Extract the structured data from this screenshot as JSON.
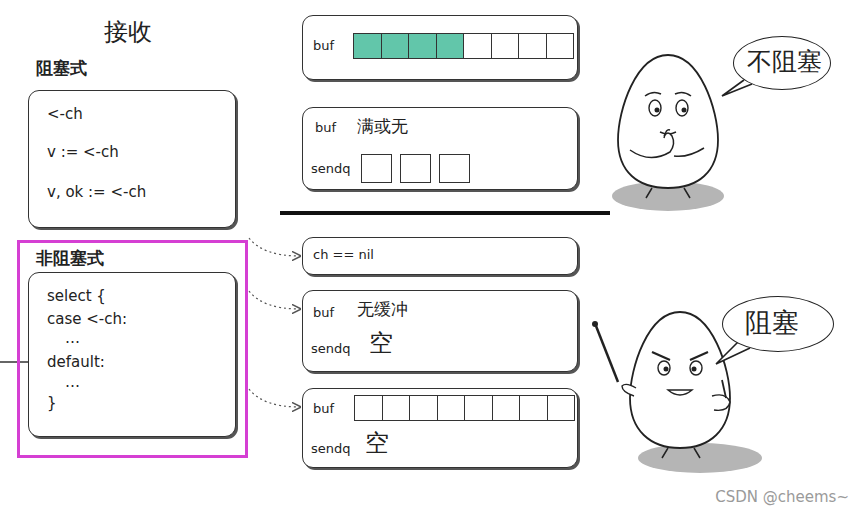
{
  "diagram": {
    "title": "接收",
    "nodes": [
      {
        "text": [
          "阻塞式",
          "<-ch",
          "v := <-ch",
          "v, ok := <-ch"
        ]
      },
      {
        "text": [
          "非阻塞式"
        ]
      },
      {
        "text": [
          "select {",
          "case <-ch:",
          "…",
          "default:",
          "…",
          "}"
        ],
        "in": 1
      },
      {
        "text": [
          "buf"
        ]
      },
      {
        "text": [
          "buf",
          "满或无",
          "sendq"
        ]
      },
      {
        "text": [
          "ch == nil"
        ]
      },
      {
        "text": [
          "buf",
          "无缓冲",
          "sendq",
          "空"
        ]
      },
      {
        "text": [
          "buf",
          "sendq",
          "空"
        ]
      },
      {
        "text": [
          "不阻塞"
        ]
      },
      {
        "text": [
          "阻塞"
        ]
      }
    ],
    "edges": [
      {
        "from": 1,
        "to": 5,
        "arrow": "to"
      },
      {
        "from": 1,
        "to": 6,
        "arrow": "to"
      },
      {
        "from": 1,
        "to": 7,
        "arrow": "to"
      }
    ],
    "labels": [
      "CSDN @cheems~"
    ]
  }
}
